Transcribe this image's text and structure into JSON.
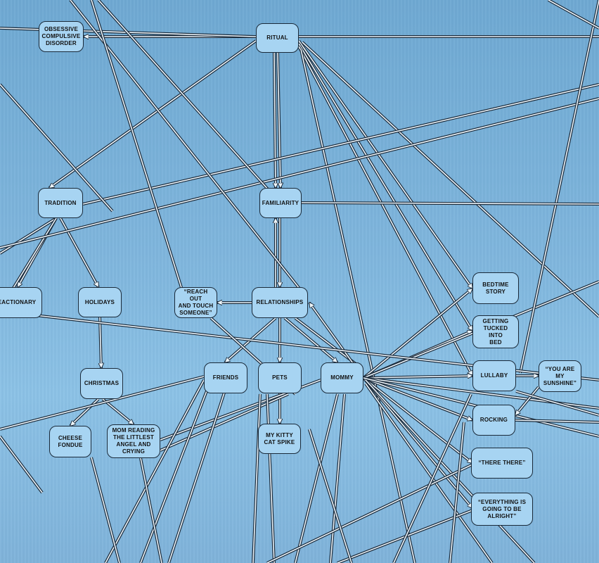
{
  "nodes": {
    "ritual": "RITUAL",
    "ocd": "OBSESSIVE\nCOMPULSIVE\nDISORDER",
    "tradition": "TRADITION",
    "familiarity": "FAMILIARITY",
    "reactionary": "EACTIONARY",
    "holidays": "HOLIDAYS",
    "reach_out": "“REACH OUT\nAND TOUCH\nSOMEONE”",
    "relationships": "RELATIONSHIPS",
    "bedtime_story": "BEDTIME\nSTORY",
    "tucked": "GETTING\nTUCKED INTO\nBED",
    "christmas": "CHRISTMAS",
    "friends": "FRIENDS",
    "pets": "PETS",
    "mommy": "MOMMY",
    "lullaby": "LULLABY",
    "sunshine": "“YOU ARE\nMY\nSUNSHINE”",
    "cheese_fondue": "CHEESE\nFONDUE",
    "mom_reading": "MOM READING\nTHE LITTLEST\nANGEL AND\nCRYING",
    "kitty": "MY KITTY\nCAT SPIKE",
    "rocking": "ROCKING",
    "there_there": "“THERE THERE”",
    "alright": "“EVERYTHING IS\nGOING TO BE\nALRIGHT”"
  },
  "colors": {
    "node_fill": "#a7d4f2",
    "edge": "#1a2a3a",
    "edge_inner": "#eef6fc"
  }
}
